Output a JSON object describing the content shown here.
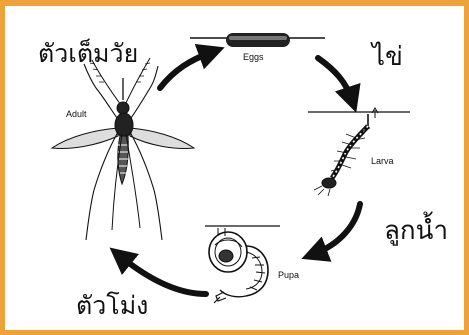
{
  "labels": {
    "adult_thai": "ตัวเต็มวัย",
    "egg_thai": "ไข่",
    "larva_thai": "ลูกน้ำ",
    "pupa_thai": "ตัวโม่ง",
    "adult_en": "Adult",
    "eggs_en": "Eggs",
    "larva_en": "Larva",
    "pupa_en": "Pupa"
  },
  "colors": {
    "frame": "#f0a23a",
    "ink": "#111111"
  }
}
